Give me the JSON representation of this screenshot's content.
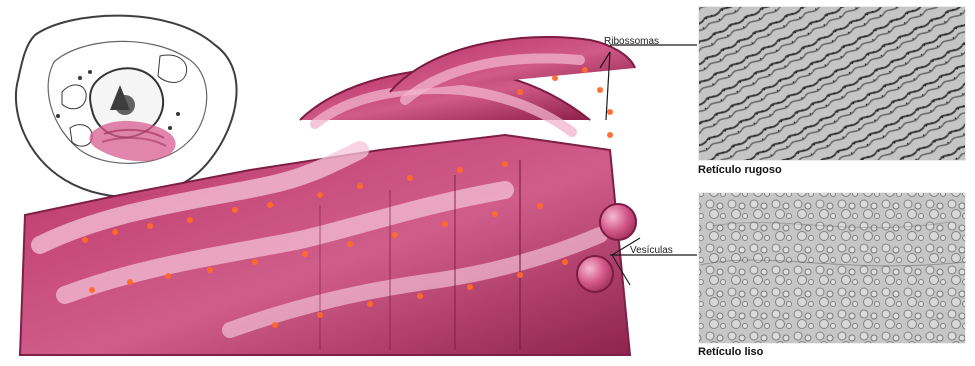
{
  "labels": {
    "ribosomes": "Ribossomas",
    "vesicles": "Vesículas"
  },
  "captions": {
    "rough_er": "Retículo rugoso",
    "smooth_er": "Retículo liso"
  },
  "colors": {
    "membrane_dark": "#8f1f4b",
    "membrane_mid": "#c43e72",
    "membrane_light": "#e7a0bd",
    "lumen": "#f4c7d8",
    "ribosome": "#ff6a2a",
    "micrograph_bg": "#cfcfcf",
    "micrograph_ink": "#2d2d2d"
  },
  "icons": {
    "cell_inset": "cell-sketch-icon",
    "rough_micrograph": "rough-er-micrograph-icon",
    "smooth_micrograph": "smooth-er-micrograph-icon"
  }
}
